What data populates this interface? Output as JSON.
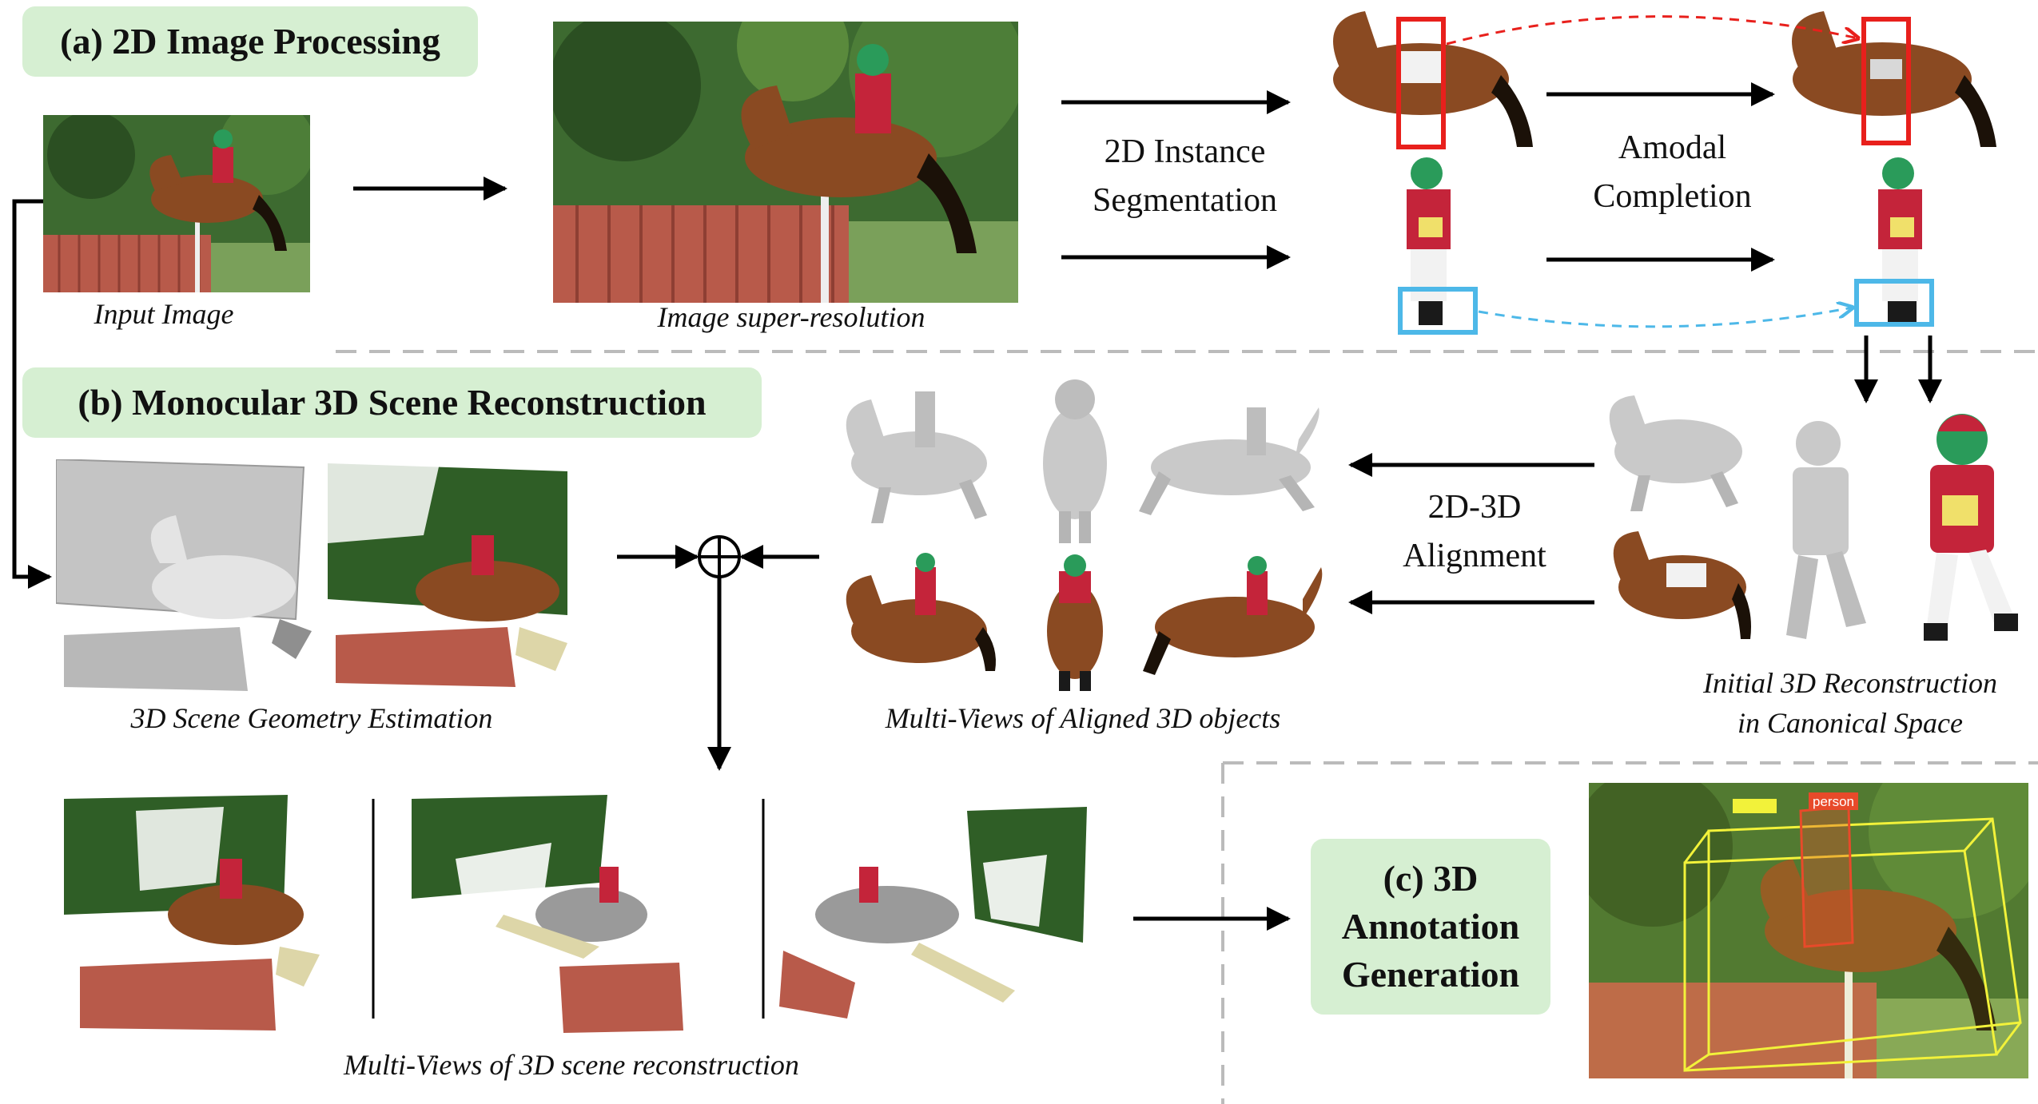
{
  "sections": {
    "a": "(a) 2D Image Processing",
    "b": "(b) Monocular 3D Scene Reconstruction",
    "c_line1": "(c) 3D",
    "c_line2": "Annotation",
    "c_line3": "Generation"
  },
  "captions": {
    "input_image": "Input Image",
    "super_resolution": "Image super-resolution",
    "scene_geometry": "3D Scene Geometry Estimation",
    "aligned_objects": "Multi-Views of Aligned 3D objects",
    "initial_recon_line1": "Initial 3D Reconstruction",
    "initial_recon_line2": "in Canonical Space",
    "scene_views": "Multi-Views of 3D scene reconstruction"
  },
  "steps": {
    "segmentation_line1": "2D Instance",
    "segmentation_line2": "Segmentation",
    "amodal_line1": "Amodal",
    "amodal_line2": "Completion",
    "alignment_line1": "2D-3D",
    "alignment_line2": "Alignment"
  },
  "annotation_labels": {
    "person": "person"
  },
  "colors": {
    "section_bg": "#d6efd2",
    "highlight_red": "#e8201c",
    "highlight_blue": "#4db8e8",
    "bbox_yellow": "#f2f23a",
    "bbox_red": "#e84a2a",
    "foliage": "#2f5e26",
    "fence": "#b85a4a",
    "horse": "#8a4a22",
    "mesh_gray": "#c9c9c9"
  }
}
